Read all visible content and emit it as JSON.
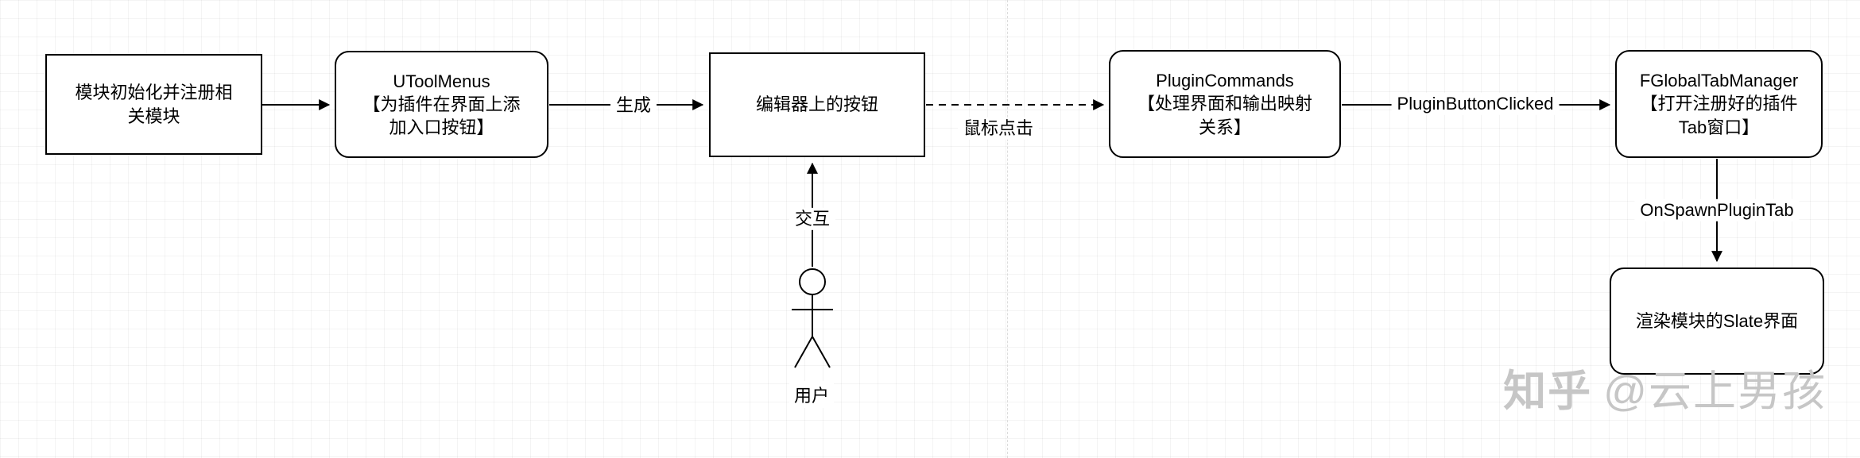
{
  "diagram": {
    "nodes": {
      "init": {
        "label": "模块初始化并注册相\n关模块"
      },
      "utoolmenus": {
        "label": "UToolMenus\n【为插件在界面上添\n加入口按钮】"
      },
      "editor_button": {
        "label": "编辑器上的按钮"
      },
      "plugin_commands": {
        "label": "PluginCommands\n【处理界面和输出映射\n关系】"
      },
      "tab_manager": {
        "label": "FGlobalTabManager\n【打开注册好的插件\nTab窗口】"
      },
      "slate_ui": {
        "label": "渲染模块的Slate界面"
      }
    },
    "edges": {
      "generate": {
        "label": "生成"
      },
      "mouse_click": {
        "label": "鼠标点击"
      },
      "plugin_button_clicked": {
        "label": "PluginButtonClicked"
      },
      "on_spawn_plugin_tab": {
        "label": "OnSpawnPluginTab"
      },
      "interact": {
        "label": "交互"
      }
    },
    "actor": {
      "label": "用户"
    }
  },
  "watermark": {
    "brand": "知乎",
    "handle": "@云上男孩"
  },
  "colors": {
    "stroke": "#000000",
    "node_fill": "#ffffff",
    "watermark": "#c6c6c6"
  }
}
